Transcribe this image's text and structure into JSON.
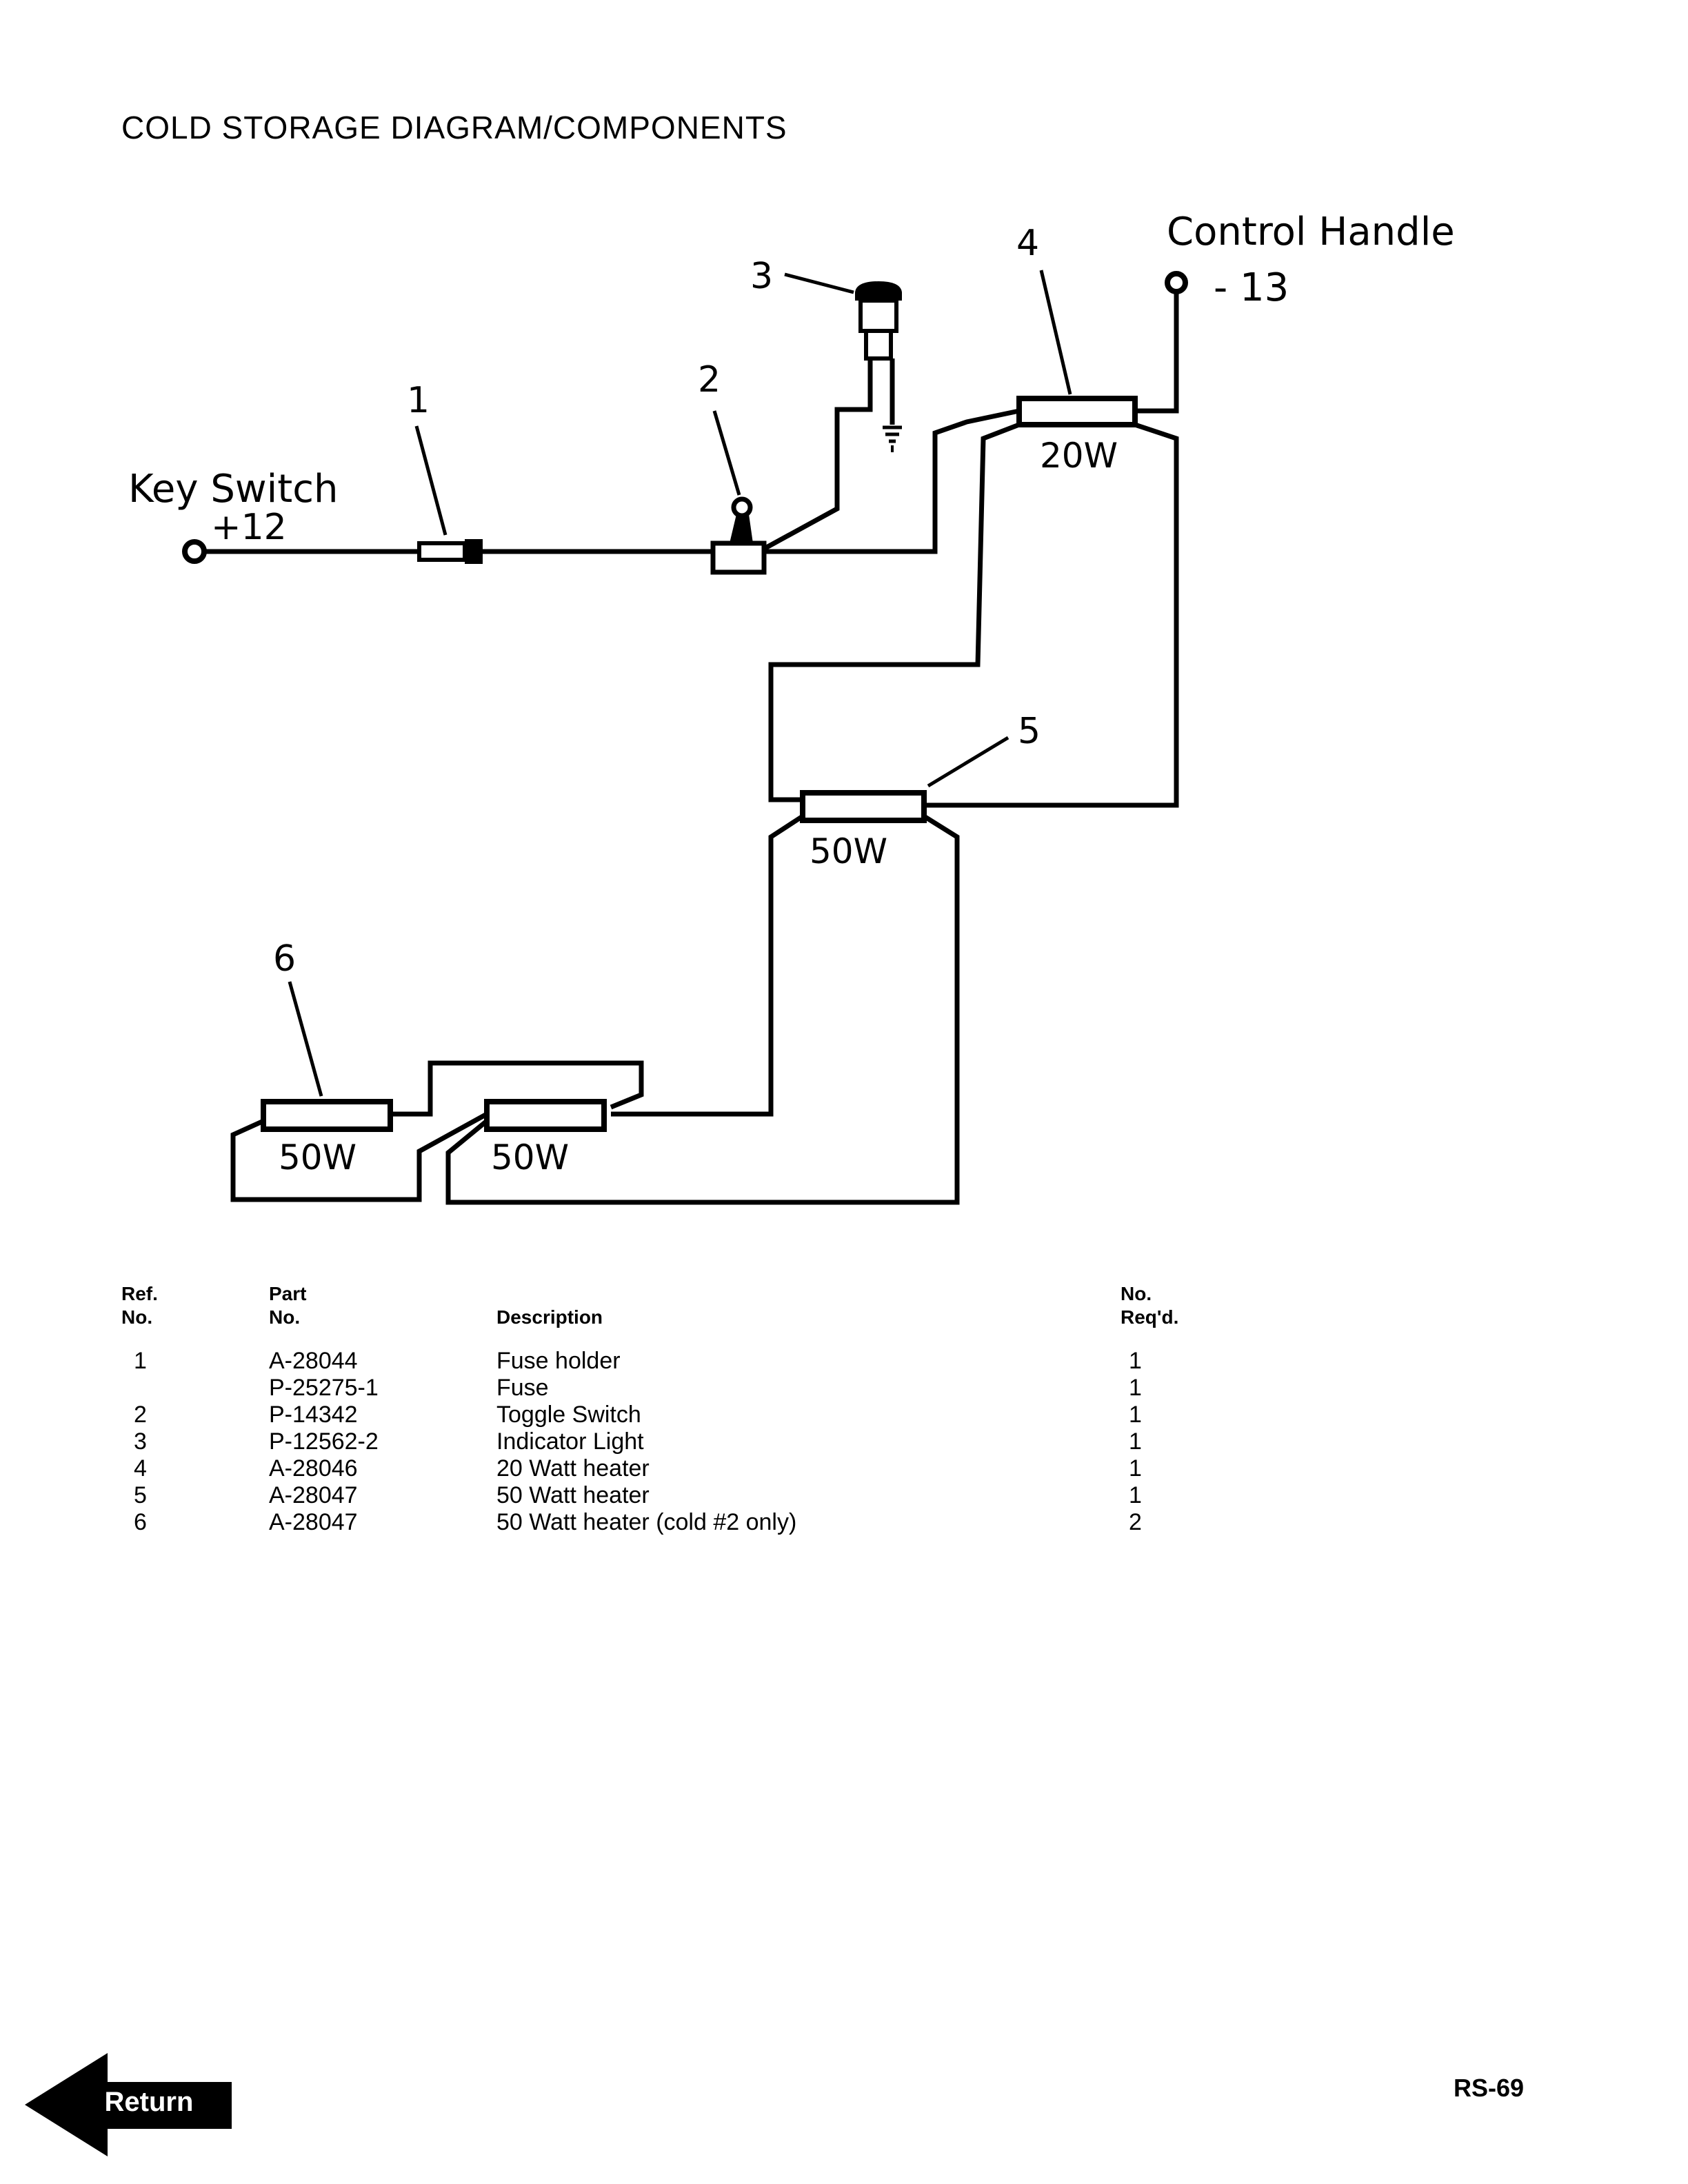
{
  "page": {
    "title": "COLD STORAGE DIAGRAM/COMPONENTS",
    "page_number": "RS-69",
    "return_label": "Return"
  },
  "diagram": {
    "key_switch_label": "Key Switch",
    "key_switch_voltage": "+12",
    "control_handle_label": "Control Handle",
    "control_handle_value": "- 13",
    "callouts": [
      "1",
      "2",
      "3",
      "4",
      "5",
      "6"
    ],
    "heater_labels": {
      "heater_4": "20W",
      "heater_5": "50W",
      "heater_6a": "50W",
      "heater_6b": "50W"
    }
  },
  "parts_table": {
    "headers": {
      "ref_line1": "Ref.",
      "ref_line2": "No.",
      "part_line1": "Part",
      "part_line2": "No.",
      "description": "Description",
      "req_line1": "No.",
      "req_line2": "Req'd."
    },
    "rows": [
      {
        "ref": "1",
        "part": "A-28044",
        "description": "Fuse holder",
        "req": "1"
      },
      {
        "ref": "",
        "part": "P-25275-1",
        "description": "Fuse",
        "req": "1"
      },
      {
        "ref": "2",
        "part": "P-14342",
        "description": "Toggle Switch",
        "req": "1"
      },
      {
        "ref": "3",
        "part": "P-12562-2",
        "description": "Indicator Light",
        "req": "1"
      },
      {
        "ref": "4",
        "part": "A-28046",
        "description": "20 Watt heater",
        "req": "1"
      },
      {
        "ref": "5",
        "part": "A-28047",
        "description": "50 Watt heater",
        "req": "1"
      },
      {
        "ref": "6",
        "part": "A-28047",
        "description": "50 Watt heater (cold #2 only)",
        "req": "2"
      }
    ]
  }
}
